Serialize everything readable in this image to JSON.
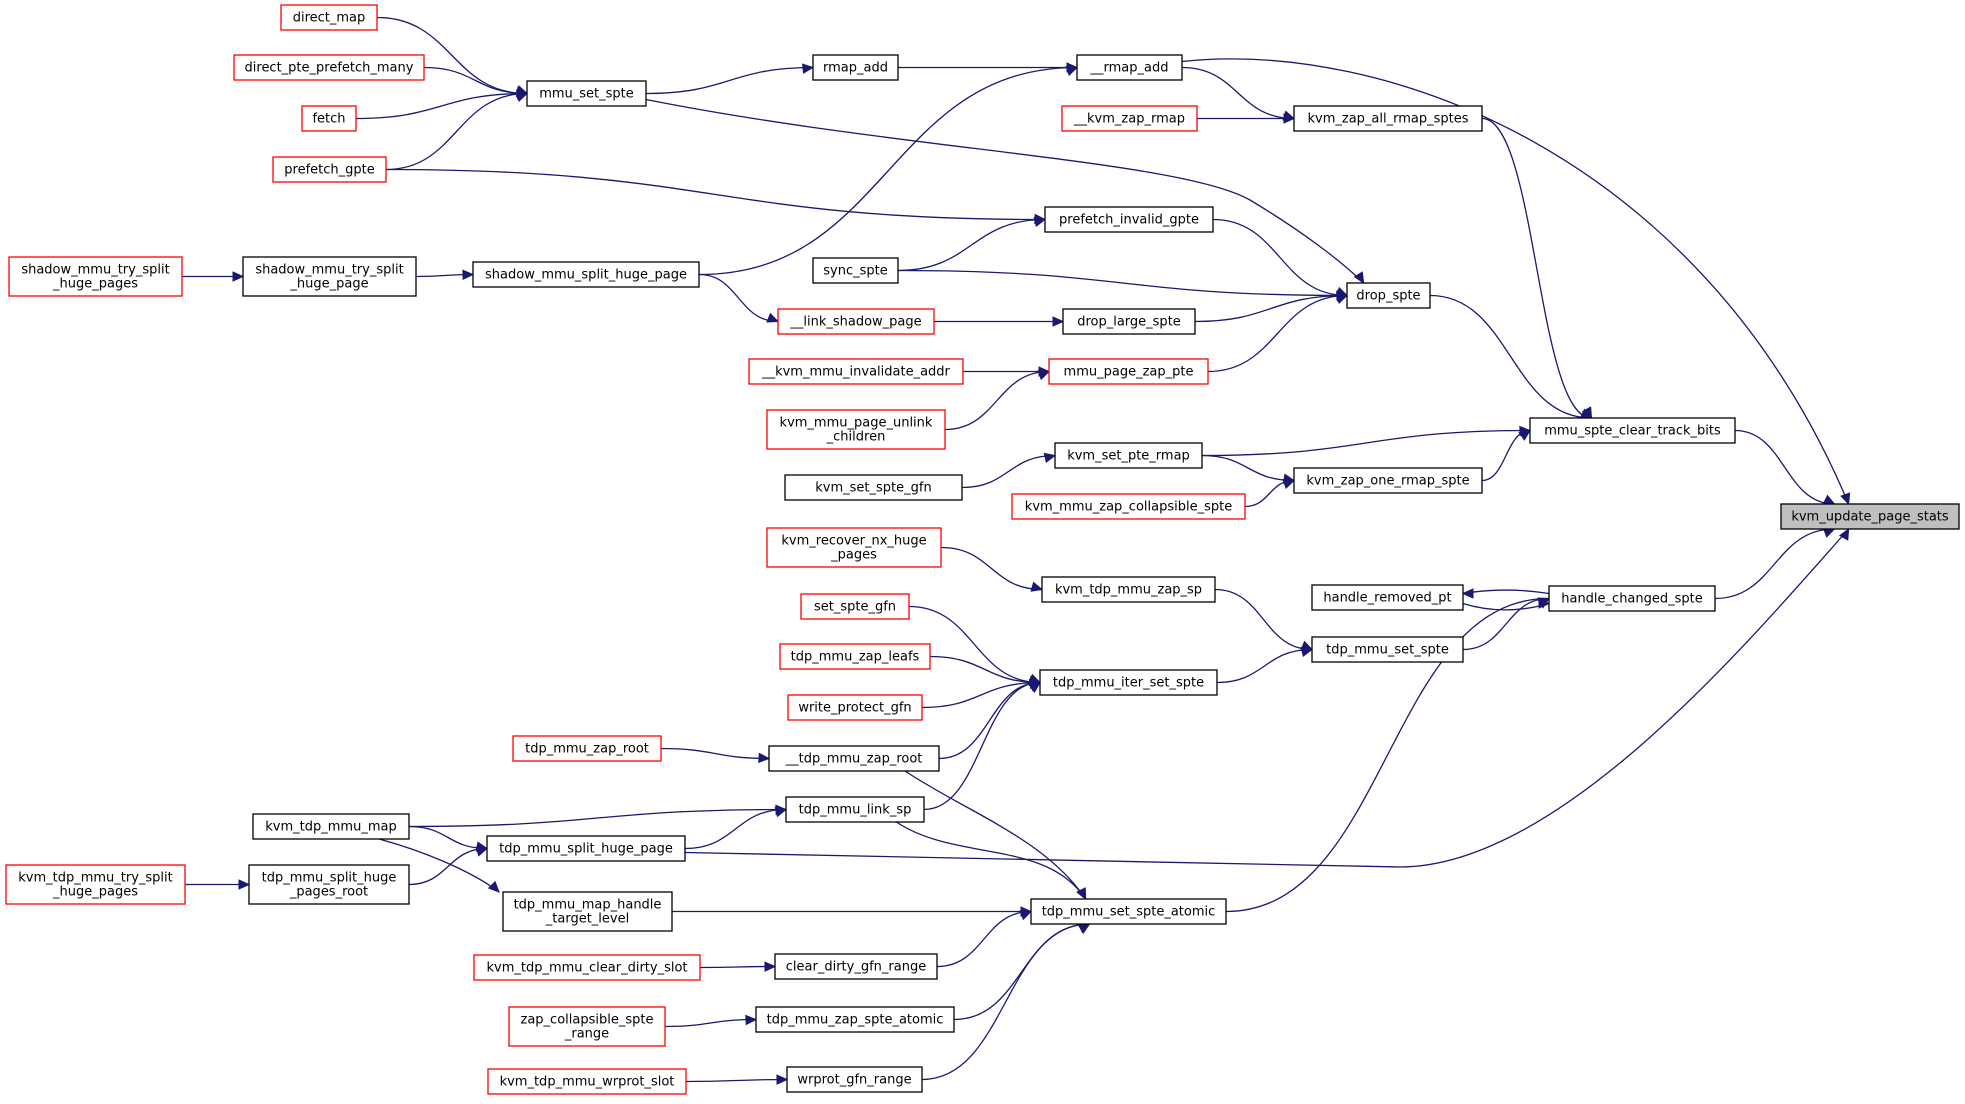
{
  "colors": {
    "root_fill": "#bfbfbf",
    "root_border": "#000000",
    "plain_border": "#000000",
    "external_border": "#ff0000",
    "edge": "#191970",
    "background": "#ffffff"
  },
  "nodes": [
    {
      "id": "n_root",
      "lines": [
        "kvm_update_page_stats"
      ],
      "style": "root"
    },
    {
      "id": "n_rmap_add2",
      "lines": [
        "__rmap_add"
      ],
      "style": "plain"
    },
    {
      "id": "n_rmap_add",
      "lines": [
        "rmap_add"
      ],
      "style": "plain"
    },
    {
      "id": "n_mmu_set_spte",
      "lines": [
        "mmu_set_spte"
      ],
      "style": "plain"
    },
    {
      "id": "n_direct_map",
      "lines": [
        "direct_map"
      ],
      "style": "external"
    },
    {
      "id": "n_direct_pte_prefetch_many",
      "lines": [
        "direct_pte_prefetch_many"
      ],
      "style": "external"
    },
    {
      "id": "n_fetch",
      "lines": [
        "fetch"
      ],
      "style": "external"
    },
    {
      "id": "n_prefetch_gpte",
      "lines": [
        "prefetch_gpte"
      ],
      "style": "external"
    },
    {
      "id": "n_shadow_mmu_split_huge_page",
      "lines": [
        "shadow_mmu_split_huge_page"
      ],
      "style": "plain"
    },
    {
      "id": "n_shadow_mmu_try_split_huge_page",
      "lines": [
        "shadow_mmu_try_split",
        "_huge_page"
      ],
      "style": "plain"
    },
    {
      "id": "n_shadow_mmu_try_split_huge_pages",
      "lines": [
        "shadow_mmu_try_split",
        "_huge_pages"
      ],
      "style": "external"
    },
    {
      "id": "n_kvm_zap_all_rmap_sptes",
      "lines": [
        "kvm_zap_all_rmap_sptes"
      ],
      "style": "plain"
    },
    {
      "id": "n_kvm_zap_rmap",
      "lines": [
        "__kvm_zap_rmap"
      ],
      "style": "external"
    },
    {
      "id": "n_mmu_spte_clear_track_bits",
      "lines": [
        "mmu_spte_clear_track_bits"
      ],
      "style": "plain"
    },
    {
      "id": "n_drop_spte",
      "lines": [
        "drop_spte"
      ],
      "style": "plain"
    },
    {
      "id": "n_prefetch_invalid_gpte",
      "lines": [
        "prefetch_invalid_gpte"
      ],
      "style": "plain"
    },
    {
      "id": "n_sync_spte",
      "lines": [
        "sync_spte"
      ],
      "style": "plain"
    },
    {
      "id": "n_drop_large_spte",
      "lines": [
        "drop_large_spte"
      ],
      "style": "plain"
    },
    {
      "id": "n_link_shadow_page",
      "lines": [
        "__link_shadow_page"
      ],
      "style": "external"
    },
    {
      "id": "n_mmu_page_zap_pte",
      "lines": [
        "mmu_page_zap_pte"
      ],
      "style": "external"
    },
    {
      "id": "n_kvm_mmu_invalidate_addr",
      "lines": [
        "__kvm_mmu_invalidate_addr"
      ],
      "style": "external"
    },
    {
      "id": "n_kvm_mmu_page_unlink_children",
      "lines": [
        "kvm_mmu_page_unlink",
        "_children"
      ],
      "style": "external"
    },
    {
      "id": "n_kvm_set_pte_rmap",
      "lines": [
        "kvm_set_pte_rmap"
      ],
      "style": "plain"
    },
    {
      "id": "n_kvm_set_spte_gfn",
      "lines": [
        "kvm_set_spte_gfn"
      ],
      "style": "plain"
    },
    {
      "id": "n_kvm_zap_one_rmap_spte",
      "lines": [
        "kvm_zap_one_rmap_spte"
      ],
      "style": "plain"
    },
    {
      "id": "n_kvm_mmu_zap_collapsible_spte",
      "lines": [
        "kvm_mmu_zap_collapsible_spte"
      ],
      "style": "external"
    },
    {
      "id": "n_handle_changed_spte",
      "lines": [
        "handle_changed_spte"
      ],
      "style": "plain"
    },
    {
      "id": "n_handle_removed_pt",
      "lines": [
        "handle_removed_pt"
      ],
      "style": "plain"
    },
    {
      "id": "n_kvm_recover_nx_huge_pages",
      "lines": [
        "kvm_recover_nx_huge",
        "_pages"
      ],
      "style": "external"
    },
    {
      "id": "n_kvm_tdp_mmu_zap_sp",
      "lines": [
        "kvm_tdp_mmu_zap_sp"
      ],
      "style": "plain"
    },
    {
      "id": "n_tdp_mmu_set_spte",
      "lines": [
        "tdp_mmu_set_spte"
      ],
      "style": "plain"
    },
    {
      "id": "n_set_spte_gfn",
      "lines": [
        "set_spte_gfn"
      ],
      "style": "external"
    },
    {
      "id": "n_tdp_mmu_zap_leafs",
      "lines": [
        "tdp_mmu_zap_leafs"
      ],
      "style": "external"
    },
    {
      "id": "n_write_protect_gfn",
      "lines": [
        "write_protect_gfn"
      ],
      "style": "external"
    },
    {
      "id": "n_tdp_mmu_iter_set_spte",
      "lines": [
        "tdp_mmu_iter_set_spte"
      ],
      "style": "plain"
    },
    {
      "id": "n_tdp_mmu_zap_root",
      "lines": [
        "tdp_mmu_zap_root"
      ],
      "style": "external"
    },
    {
      "id": "n_tdp_mmu_zap_root2",
      "lines": [
        "__tdp_mmu_zap_root"
      ],
      "style": "plain"
    },
    {
      "id": "n_tdp_mmu_link_sp",
      "lines": [
        "tdp_mmu_link_sp"
      ],
      "style": "plain"
    },
    {
      "id": "n_kvm_tdp_mmu_map",
      "lines": [
        "kvm_tdp_mmu_map"
      ],
      "style": "plain"
    },
    {
      "id": "n_tdp_mmu_split_huge_page",
      "lines": [
        "tdp_mmu_split_huge_page"
      ],
      "style": "plain"
    },
    {
      "id": "n_tdp_mmu_split_huge_pages_root",
      "lines": [
        "tdp_mmu_split_huge",
        "_pages_root"
      ],
      "style": "plain"
    },
    {
      "id": "n_kvm_tdp_mmu_try_split_huge_pages",
      "lines": [
        "kvm_tdp_mmu_try_split",
        "_huge_pages"
      ],
      "style": "external"
    },
    {
      "id": "n_tdp_mmu_map_handle_target_level",
      "lines": [
        "tdp_mmu_map_handle",
        "_target_level"
      ],
      "style": "plain"
    },
    {
      "id": "n_tdp_mmu_set_spte_atomic",
      "lines": [
        "tdp_mmu_set_spte_atomic"
      ],
      "style": "plain"
    },
    {
      "id": "n_clear_dirty_gfn_range",
      "lines": [
        "clear_dirty_gfn_range"
      ],
      "style": "plain"
    },
    {
      "id": "n_kvm_tdp_mmu_clear_dirty_slot",
      "lines": [
        "kvm_tdp_mmu_clear_dirty_slot"
      ],
      "style": "external"
    },
    {
      "id": "n_tdp_mmu_zap_spte_atomic",
      "lines": [
        "tdp_mmu_zap_spte_atomic"
      ],
      "style": "plain"
    },
    {
      "id": "n_zap_collapsible_spte_range",
      "lines": [
        "zap_collapsible_spte",
        "_range"
      ],
      "style": "external"
    },
    {
      "id": "n_wrprot_gfn_range",
      "lines": [
        "wrprot_gfn_range"
      ],
      "style": "plain"
    },
    {
      "id": "n_kvm_tdp_mmu_wrprot_slot",
      "lines": [
        "kvm_tdp_mmu_wrprot_slot"
      ],
      "style": "external"
    }
  ],
  "edges": [
    {
      "from": "n_rmap_add2",
      "to": "n_root"
    },
    {
      "from": "n_rmap_add",
      "to": "n_rmap_add2"
    },
    {
      "from": "n_shadow_mmu_split_huge_page",
      "to": "n_rmap_add2"
    },
    {
      "from": "n_rmap_add2",
      "to": "n_kvm_zap_all_rmap_sptes"
    },
    {
      "from": "n_mmu_set_spte",
      "to": "n_rmap_add"
    },
    {
      "from": "n_direct_map",
      "to": "n_mmu_set_spte"
    },
    {
      "from": "n_direct_pte_prefetch_many",
      "to": "n_mmu_set_spte"
    },
    {
      "from": "n_fetch",
      "to": "n_mmu_set_spte"
    },
    {
      "from": "n_prefetch_gpte",
      "to": "n_mmu_set_spte"
    },
    {
      "from": "n_mmu_set_spte",
      "to": "n_drop_spte"
    },
    {
      "from": "n_prefetch_gpte",
      "to": "n_prefetch_invalid_gpte"
    },
    {
      "from": "n_shadow_mmu_try_split_huge_page",
      "to": "n_shadow_mmu_split_huge_page"
    },
    {
      "from": "n_shadow_mmu_try_split_huge_pages",
      "to": "n_shadow_mmu_try_split_huge_page"
    },
    {
      "from": "n_shadow_mmu_split_huge_page",
      "to": "n_link_shadow_page"
    },
    {
      "from": "n_kvm_zap_rmap",
      "to": "n_kvm_zap_all_rmap_sptes"
    },
    {
      "from": "n_kvm_zap_all_rmap_sptes",
      "to": "n_mmu_spte_clear_track_bits"
    },
    {
      "from": "n_drop_spte",
      "to": "n_mmu_spte_clear_track_bits"
    },
    {
      "from": "n_mmu_spte_clear_track_bits",
      "to": "n_root"
    },
    {
      "from": "n_prefetch_invalid_gpte",
      "to": "n_drop_spte"
    },
    {
      "from": "n_sync_spte",
      "to": "n_prefetch_invalid_gpte"
    },
    {
      "from": "n_sync_spte",
      "to": "n_drop_spte"
    },
    {
      "from": "n_drop_large_spte",
      "to": "n_drop_spte"
    },
    {
      "from": "n_link_shadow_page",
      "to": "n_drop_large_spte"
    },
    {
      "from": "n_mmu_page_zap_pte",
      "to": "n_drop_spte"
    },
    {
      "from": "n_kvm_mmu_invalidate_addr",
      "to": "n_mmu_page_zap_pte"
    },
    {
      "from": "n_kvm_mmu_page_unlink_children",
      "to": "n_mmu_page_zap_pte"
    },
    {
      "from": "n_kvm_set_pte_rmap",
      "to": "n_mmu_spte_clear_track_bits"
    },
    {
      "from": "n_kvm_set_spte_gfn",
      "to": "n_kvm_set_pte_rmap"
    },
    {
      "from": "n_kvm_set_pte_rmap",
      "to": "n_kvm_zap_one_rmap_spte"
    },
    {
      "from": "n_kvm_zap_one_rmap_spte",
      "to": "n_mmu_spte_clear_track_bits"
    },
    {
      "from": "n_kvm_mmu_zap_collapsible_spte",
      "to": "n_kvm_zap_one_rmap_spte"
    },
    {
      "from": "n_handle_changed_spte",
      "to": "n_root"
    },
    {
      "from": "n_handle_changed_spte",
      "to": "n_handle_removed_pt"
    },
    {
      "from": "n_handle_removed_pt",
      "to": "n_handle_changed_spte"
    },
    {
      "from": "n_tdp_mmu_set_spte",
      "to": "n_handle_changed_spte"
    },
    {
      "from": "n_tdp_mmu_set_spte_atomic",
      "to": "n_handle_changed_spte"
    },
    {
      "from": "n_kvm_recover_nx_huge_pages",
      "to": "n_kvm_tdp_mmu_zap_sp"
    },
    {
      "from": "n_kvm_tdp_mmu_zap_sp",
      "to": "n_tdp_mmu_set_spte"
    },
    {
      "from": "n_tdp_mmu_iter_set_spte",
      "to": "n_tdp_mmu_set_spte"
    },
    {
      "from": "n_set_spte_gfn",
      "to": "n_tdp_mmu_iter_set_spte"
    },
    {
      "from": "n_tdp_mmu_zap_leafs",
      "to": "n_tdp_mmu_iter_set_spte"
    },
    {
      "from": "n_write_protect_gfn",
      "to": "n_tdp_mmu_iter_set_spte"
    },
    {
      "from": "n_tdp_mmu_zap_root2",
      "to": "n_tdp_mmu_iter_set_spte"
    },
    {
      "from": "n_tdp_mmu_link_sp",
      "to": "n_tdp_mmu_iter_set_spte"
    },
    {
      "from": "n_tdp_mmu_zap_root",
      "to": "n_tdp_mmu_zap_root2"
    },
    {
      "from": "n_tdp_mmu_zap_root2",
      "to": "n_tdp_mmu_set_spte_atomic"
    },
    {
      "from": "n_tdp_mmu_link_sp",
      "to": "n_tdp_mmu_set_spte_atomic"
    },
    {
      "from": "n_kvm_tdp_mmu_map",
      "to": "n_tdp_mmu_link_sp"
    },
    {
      "from": "n_kvm_tdp_mmu_map",
      "to": "n_tdp_mmu_split_huge_page"
    },
    {
      "from": "n_kvm_tdp_mmu_map",
      "to": "n_tdp_mmu_map_handle_target_level"
    },
    {
      "from": "n_tdp_mmu_split_huge_page",
      "to": "n_tdp_mmu_link_sp"
    },
    {
      "from": "n_tdp_mmu_split_huge_page",
      "to": "n_root"
    },
    {
      "from": "n_tdp_mmu_split_huge_pages_root",
      "to": "n_tdp_mmu_split_huge_page"
    },
    {
      "from": "n_kvm_tdp_mmu_try_split_huge_pages",
      "to": "n_tdp_mmu_split_huge_pages_root"
    },
    {
      "from": "n_tdp_mmu_map_handle_target_level",
      "to": "n_tdp_mmu_set_spte_atomic"
    },
    {
      "from": "n_clear_dirty_gfn_range",
      "to": "n_tdp_mmu_set_spte_atomic"
    },
    {
      "from": "n_kvm_tdp_mmu_clear_dirty_slot",
      "to": "n_clear_dirty_gfn_range"
    },
    {
      "from": "n_tdp_mmu_zap_spte_atomic",
      "to": "n_tdp_mmu_set_spte_atomic"
    },
    {
      "from": "n_zap_collapsible_spte_range",
      "to": "n_tdp_mmu_zap_spte_atomic"
    },
    {
      "from": "n_wrprot_gfn_range",
      "to": "n_tdp_mmu_set_spte_atomic"
    },
    {
      "from": "n_kvm_tdp_mmu_wrprot_slot",
      "to": "n_wrprot_gfn_range"
    }
  ]
}
